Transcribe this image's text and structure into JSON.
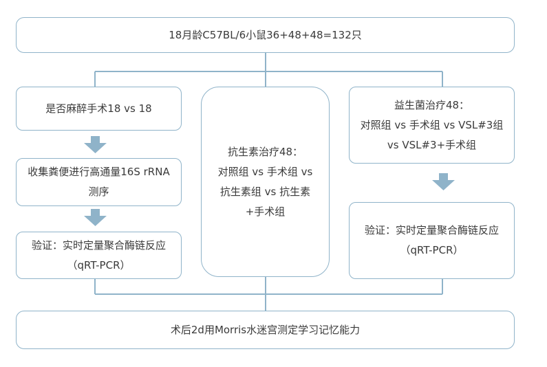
{
  "top": {
    "text": "18月龄C57BL/6小鼠36+48+48=132只"
  },
  "left": {
    "box1": "是否麻醉手术18 vs 18",
    "box2": [
      "收集粪便进行高通量16S rRNA",
      "测序"
    ],
    "box3": [
      "验证：实时定量聚合酶链反应",
      "（qRT-PCR）"
    ]
  },
  "middle": {
    "lines": [
      "抗生素治疗48：",
      "对照组 vs 手术组 vs",
      "抗生素组 vs 抗生素",
      "+手术组"
    ]
  },
  "right": {
    "box1": [
      "益生菌治疗48：",
      "对照组 vs 手术组 vs VSL#3组",
      "vs VSL#3+手术组"
    ],
    "box2": [
      "验证：实时定量聚合酶链反应",
      "（qRT-PCR）"
    ]
  },
  "bottom": {
    "text": "术后2d用Morris水迷宫测定学习记忆能力"
  },
  "colors": {
    "border": "#8fb3c9",
    "line": "#8fb3c9",
    "arrow": "#8fb3c9",
    "text": "#3a3a3a"
  }
}
